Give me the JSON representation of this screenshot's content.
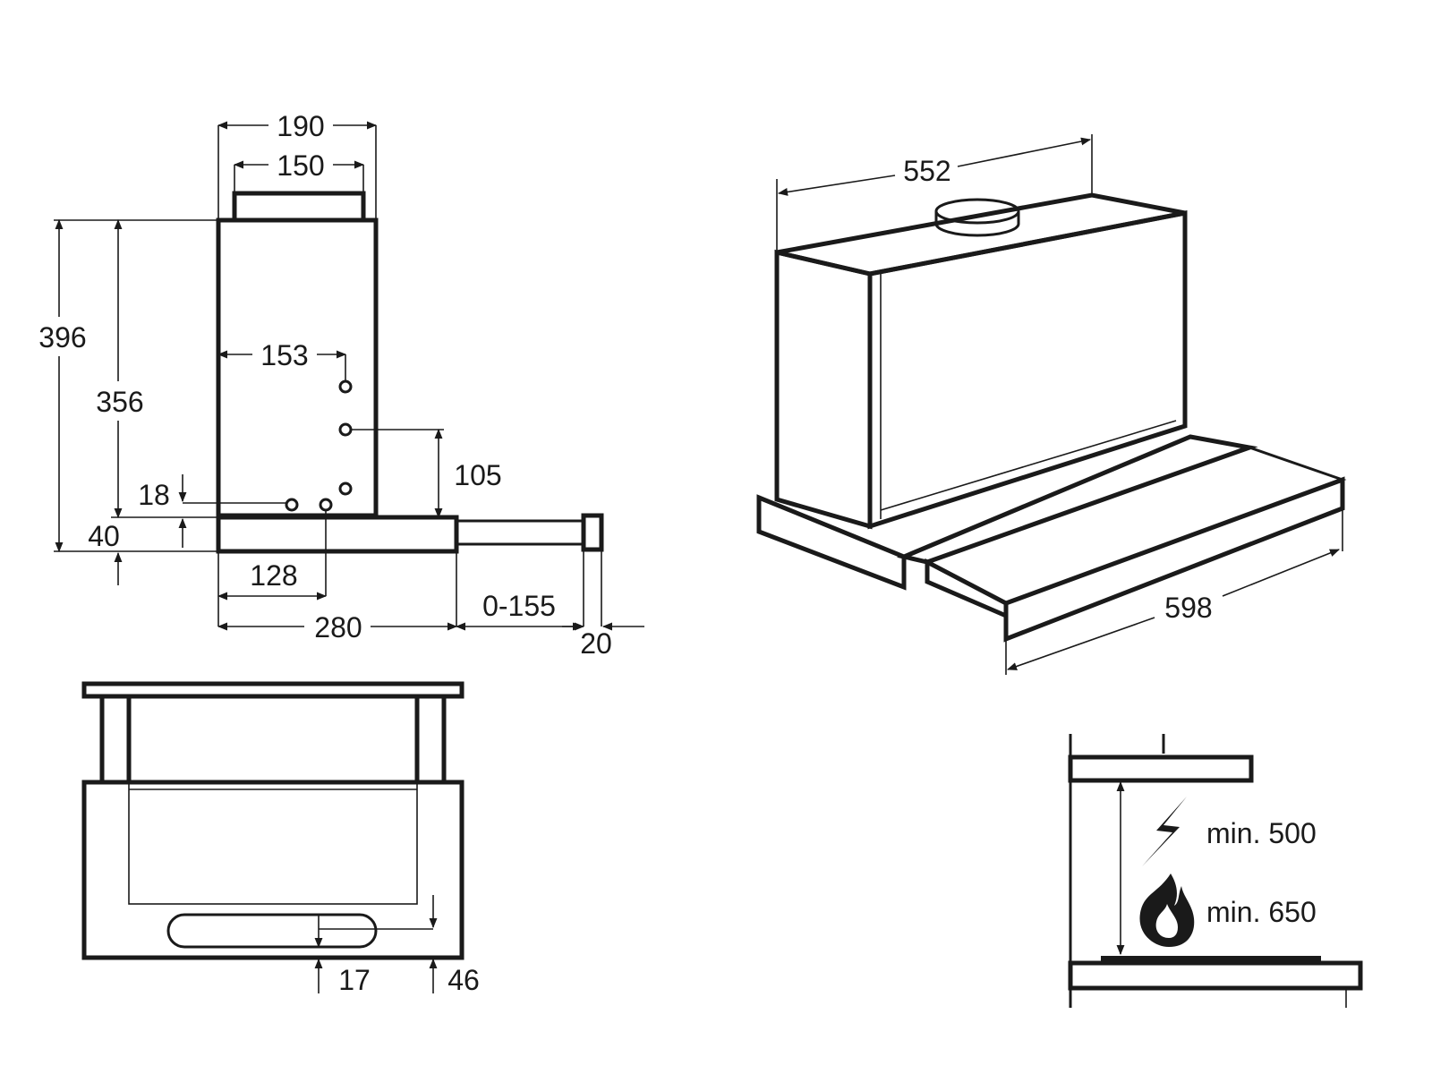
{
  "side_view": {
    "width_total": "190",
    "width_outlet": "150",
    "height_total": "396",
    "height_body": "356",
    "fixing_offset": "153",
    "fixing_height": "105",
    "fixing_low": "18",
    "visor_thickness": "40",
    "rear_fixing": "128",
    "depth": "280",
    "extension": "0-155",
    "front_trim": "20"
  },
  "front_view": {
    "slot_offset": "17",
    "visor_offset": "46"
  },
  "iso_view": {
    "depth": "552",
    "width": "598"
  },
  "clearance": {
    "electric_label": "min. 500",
    "gas_label": "min. 650"
  },
  "icons": {
    "electric": "lightning-bolt-icon",
    "gas": "flame-icon"
  }
}
